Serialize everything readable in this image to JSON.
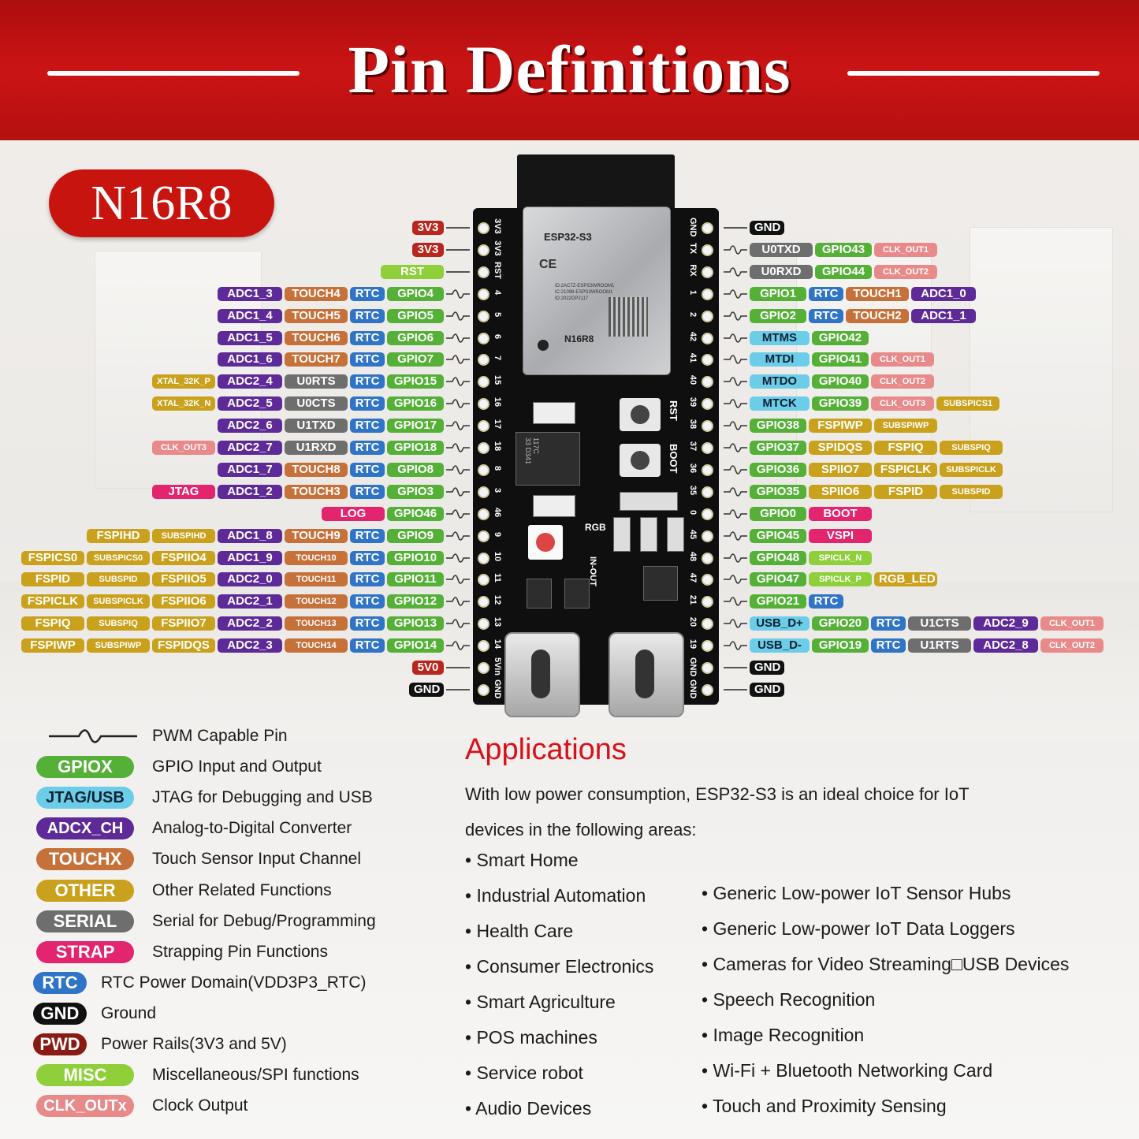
{
  "header": {
    "title": "Pin Definitions"
  },
  "model_badge": "N16R8",
  "board": {
    "module_name": "ESP32-S3",
    "module_ce": "CE",
    "module_id_lines": [
      "ID:2AC7Z-ESPS3WROOM1",
      "IC:21098-ESPS3WROOM1",
      "ID:2022DP2117"
    ],
    "module_variant": "N16R8",
    "silk_rst": "RST",
    "silk_boot": "BOOT",
    "silk_rgb": "RGB",
    "silk_inout": "IN-OUT",
    "reg_text": [
      "117C",
      "33 D341"
    ],
    "left_header_labels": [
      "3V3",
      "3V3",
      "RST",
      "4",
      "5",
      "6",
      "7",
      "15",
      "16",
      "17",
      "18",
      "8",
      "3",
      "46",
      "9",
      "10",
      "11",
      "12",
      "13",
      "14",
      "5Vin",
      "GND"
    ],
    "right_header_labels": [
      "GND",
      "TX",
      "RX",
      "1",
      "2",
      "42",
      "41",
      "40",
      "39",
      "38",
      "37",
      "36",
      "35",
      "0",
      "45",
      "48",
      "47",
      "21",
      "20",
      "19",
      "GND",
      "GND"
    ]
  },
  "left_rows": [
    [
      {
        "t": "pwr",
        "v": "3V3"
      }
    ],
    [
      {
        "t": "pwr",
        "v": "3V3"
      }
    ],
    [
      {
        "t": "misc",
        "v": "RST"
      }
    ],
    [
      {
        "t": "adc",
        "v": "ADC1_3"
      },
      {
        "t": "touch",
        "v": "TOUCH4"
      },
      {
        "t": "rtc",
        "v": "RTC"
      },
      {
        "t": "gpio",
        "v": "GPIO4"
      }
    ],
    [
      {
        "t": "adc",
        "v": "ADC1_4"
      },
      {
        "t": "touch",
        "v": "TOUCH5"
      },
      {
        "t": "rtc",
        "v": "RTC"
      },
      {
        "t": "gpio",
        "v": "GPIO5"
      }
    ],
    [
      {
        "t": "adc",
        "v": "ADC1_5"
      },
      {
        "t": "touch",
        "v": "TOUCH6"
      },
      {
        "t": "rtc",
        "v": "RTC"
      },
      {
        "t": "gpio",
        "v": "GPIO6"
      }
    ],
    [
      {
        "t": "adc",
        "v": "ADC1_6"
      },
      {
        "t": "touch",
        "v": "TOUCH7"
      },
      {
        "t": "rtc",
        "v": "RTC"
      },
      {
        "t": "gpio",
        "v": "GPIO7"
      }
    ],
    [
      {
        "t": "other",
        "v": "XTAL_32K_P",
        "s": 1
      },
      {
        "t": "adc",
        "v": "ADC2_4"
      },
      {
        "t": "serial",
        "v": "U0RTS"
      },
      {
        "t": "rtc",
        "v": "RTC"
      },
      {
        "t": "gpio",
        "v": "GPIO15"
      }
    ],
    [
      {
        "t": "other",
        "v": "XTAL_32K_N",
        "s": 1
      },
      {
        "t": "adc",
        "v": "ADC2_5"
      },
      {
        "t": "serial",
        "v": "U0CTS"
      },
      {
        "t": "rtc",
        "v": "RTC"
      },
      {
        "t": "gpio",
        "v": "GPIO16"
      }
    ],
    [
      {
        "t": "adc",
        "v": "ADC2_6"
      },
      {
        "t": "serial",
        "v": "U1TXD"
      },
      {
        "t": "rtc",
        "v": "RTC"
      },
      {
        "t": "gpio",
        "v": "GPIO17"
      }
    ],
    [
      {
        "t": "clk",
        "v": "CLK_OUT3",
        "s": 1
      },
      {
        "t": "adc",
        "v": "ADC2_7"
      },
      {
        "t": "serial",
        "v": "U1RXD"
      },
      {
        "t": "rtc",
        "v": "RTC"
      },
      {
        "t": "gpio",
        "v": "GPIO18"
      }
    ],
    [
      {
        "t": "adc",
        "v": "ADC1_7"
      },
      {
        "t": "touch",
        "v": "TOUCH8"
      },
      {
        "t": "rtc",
        "v": "RTC"
      },
      {
        "t": "gpio",
        "v": "GPIO8"
      }
    ],
    [
      {
        "t": "strap",
        "v": "JTAG"
      },
      {
        "t": "adc",
        "v": "ADC1_2"
      },
      {
        "t": "touch",
        "v": "TOUCH3"
      },
      {
        "t": "rtc",
        "v": "RTC"
      },
      {
        "t": "gpio",
        "v": "GPIO3"
      }
    ],
    [
      {
        "t": "strap",
        "v": "LOG"
      },
      {
        "t": "gpio",
        "v": "GPIO46"
      }
    ],
    [
      {
        "t": "other",
        "v": "FSPIHD"
      },
      {
        "t": "other",
        "v": "SUBSPIHD",
        "s": 1
      },
      {
        "t": "adc",
        "v": "ADC1_8"
      },
      {
        "t": "touch",
        "v": "TOUCH9"
      },
      {
        "t": "rtc",
        "v": "RTC"
      },
      {
        "t": "gpio",
        "v": "GPIO9"
      }
    ],
    [
      {
        "t": "other",
        "v": "FSPICS0"
      },
      {
        "t": "other",
        "v": "SUBSPICS0",
        "s": 1
      },
      {
        "t": "other",
        "v": "FSPIIO4"
      },
      {
        "t": "adc",
        "v": "ADC1_9"
      },
      {
        "t": "touch",
        "v": "TOUCH10",
        "s": 1
      },
      {
        "t": "rtc",
        "v": "RTC"
      },
      {
        "t": "gpio",
        "v": "GPIO10"
      }
    ],
    [
      {
        "t": "other",
        "v": "FSPID"
      },
      {
        "t": "other",
        "v": "SUBSPID",
        "s": 1
      },
      {
        "t": "other",
        "v": "FSPIIO5"
      },
      {
        "t": "adc",
        "v": "ADC2_0"
      },
      {
        "t": "touch",
        "v": "TOUCH11",
        "s": 1
      },
      {
        "t": "rtc",
        "v": "RTC"
      },
      {
        "t": "gpio",
        "v": "GPIO11"
      }
    ],
    [
      {
        "t": "other",
        "v": "FSPICLK"
      },
      {
        "t": "other",
        "v": "SUBSPICLK",
        "s": 1
      },
      {
        "t": "other",
        "v": "FSPIIO6"
      },
      {
        "t": "adc",
        "v": "ADC2_1"
      },
      {
        "t": "touch",
        "v": "TOUCH12",
        "s": 1
      },
      {
        "t": "rtc",
        "v": "RTC"
      },
      {
        "t": "gpio",
        "v": "GPIO12"
      }
    ],
    [
      {
        "t": "other",
        "v": "FSPIQ"
      },
      {
        "t": "other",
        "v": "SUBSPIQ",
        "s": 1
      },
      {
        "t": "other",
        "v": "FSPIIO7"
      },
      {
        "t": "adc",
        "v": "ADC2_2"
      },
      {
        "t": "touch",
        "v": "TOUCH13",
        "s": 1
      },
      {
        "t": "rtc",
        "v": "RTC"
      },
      {
        "t": "gpio",
        "v": "GPIO13"
      }
    ],
    [
      {
        "t": "other",
        "v": "FSPIWP"
      },
      {
        "t": "other",
        "v": "SUBSPIWP",
        "s": 1
      },
      {
        "t": "other",
        "v": "FSPIDQS"
      },
      {
        "t": "adc",
        "v": "ADC2_3"
      },
      {
        "t": "touch",
        "v": "TOUCH14",
        "s": 1
      },
      {
        "t": "rtc",
        "v": "RTC"
      },
      {
        "t": "gpio",
        "v": "GPIO14"
      }
    ],
    [
      {
        "t": "pwr",
        "v": "5V0"
      }
    ],
    [
      {
        "t": "gnd",
        "v": "GND"
      }
    ]
  ],
  "right_rows": [
    [
      {
        "t": "gnd",
        "v": "GND"
      }
    ],
    [
      {
        "t": "serial",
        "v": "U0TXD"
      },
      {
        "t": "gpio",
        "v": "GPIO43"
      },
      {
        "t": "clk",
        "v": "CLK_OUT1",
        "s": 1
      }
    ],
    [
      {
        "t": "serial",
        "v": "U0RXD"
      },
      {
        "t": "gpio",
        "v": "GPIO44"
      },
      {
        "t": "clk",
        "v": "CLK_OUT2",
        "s": 1
      }
    ],
    [
      {
        "t": "gpio",
        "v": "GPIO1"
      },
      {
        "t": "rtc",
        "v": "RTC"
      },
      {
        "t": "touch",
        "v": "TOUCH1"
      },
      {
        "t": "adc",
        "v": "ADC1_0"
      }
    ],
    [
      {
        "t": "gpio",
        "v": "GPIO2"
      },
      {
        "t": "rtc",
        "v": "RTC"
      },
      {
        "t": "touch",
        "v": "TOUCH2"
      },
      {
        "t": "adc",
        "v": "ADC1_1"
      }
    ],
    [
      {
        "t": "jtag",
        "v": "MTMS"
      },
      {
        "t": "gpio",
        "v": "GPIO42"
      }
    ],
    [
      {
        "t": "jtag",
        "v": "MTDI"
      },
      {
        "t": "gpio",
        "v": "GPIO41"
      },
      {
        "t": "clk",
        "v": "CLK_OUT1",
        "s": 1
      }
    ],
    [
      {
        "t": "jtag",
        "v": "MTDO"
      },
      {
        "t": "gpio",
        "v": "GPIO40"
      },
      {
        "t": "clk",
        "v": "CLK_OUT2",
        "s": 1
      }
    ],
    [
      {
        "t": "jtag",
        "v": "MTCK"
      },
      {
        "t": "gpio",
        "v": "GPIO39"
      },
      {
        "t": "clk",
        "v": "CLK_OUT3",
        "s": 1
      },
      {
        "t": "other",
        "v": "SUBSPICS1",
        "s": 1
      }
    ],
    [
      {
        "t": "gpio",
        "v": "GPIO38"
      },
      {
        "t": "other",
        "v": "FSPIWP"
      },
      {
        "t": "other",
        "v": "SUBSPIWP",
        "s": 1
      }
    ],
    [
      {
        "t": "gpio",
        "v": "GPIO37"
      },
      {
        "t": "other",
        "v": "SPIDQS"
      },
      {
        "t": "other",
        "v": "FSPIQ"
      },
      {
        "t": "other",
        "v": "SUBSPIQ",
        "s": 1
      }
    ],
    [
      {
        "t": "gpio",
        "v": "GPIO36"
      },
      {
        "t": "other",
        "v": "SPIIO7"
      },
      {
        "t": "other",
        "v": "FSPICLK"
      },
      {
        "t": "other",
        "v": "SUBSPICLK",
        "s": 1
      }
    ],
    [
      {
        "t": "gpio",
        "v": "GPIO35"
      },
      {
        "t": "other",
        "v": "SPIIO6"
      },
      {
        "t": "other",
        "v": "FSPID"
      },
      {
        "t": "other",
        "v": "SUBSPID",
        "s": 1
      }
    ],
    [
      {
        "t": "gpio",
        "v": "GPIO0"
      },
      {
        "t": "strap",
        "v": "BOOT"
      }
    ],
    [
      {
        "t": "gpio",
        "v": "GPIO45"
      },
      {
        "t": "strap",
        "v": "VSPI"
      }
    ],
    [
      {
        "t": "gpio",
        "v": "GPIO48"
      },
      {
        "t": "misc",
        "v": "SPICLK_N",
        "s": 1
      }
    ],
    [
      {
        "t": "gpio",
        "v": "GPIO47"
      },
      {
        "t": "misc",
        "v": "SPICLK_P",
        "s": 1
      },
      {
        "t": "other",
        "v": "RGB_LED"
      }
    ],
    [
      {
        "t": "gpio",
        "v": "GPIO21"
      },
      {
        "t": "rtc",
        "v": "RTC"
      }
    ],
    [
      {
        "t": "jtag",
        "v": "USB_D+"
      },
      {
        "t": "gpio",
        "v": "GPIO20"
      },
      {
        "t": "rtc",
        "v": "RTC"
      },
      {
        "t": "serial",
        "v": "U1CTS"
      },
      {
        "t": "adc",
        "v": "ADC2_9"
      },
      {
        "t": "clk",
        "v": "CLK_OUT1",
        "s": 1
      }
    ],
    [
      {
        "t": "jtag",
        "v": "USB_D-"
      },
      {
        "t": "gpio",
        "v": "GPIO19"
      },
      {
        "t": "rtc",
        "v": "RTC"
      },
      {
        "t": "serial",
        "v": "U1RTS"
      },
      {
        "t": "adc",
        "v": "ADC2_8"
      },
      {
        "t": "clk",
        "v": "CLK_OUT2",
        "s": 1
      }
    ],
    [
      {
        "t": "gnd",
        "v": "GND"
      }
    ],
    [
      {
        "t": "gnd",
        "v": "GND"
      }
    ]
  ],
  "legend": [
    {
      "swatch": "",
      "desc": "PWM Capable Pin",
      "type": "pwm"
    },
    {
      "swatch": "GPIOX",
      "desc": "GPIO Input and Output",
      "color": "#55b038"
    },
    {
      "swatch": "JTAG/USB",
      "desc": "JTAG for Debugging and USB",
      "color": "#6ccde8"
    },
    {
      "swatch": "ADCX_CH",
      "desc": "Analog-to-Digital Converter",
      "color": "#5d2a98"
    },
    {
      "swatch": "TOUCHX",
      "desc": "Touch Sensor Input Channel",
      "color": "#c7713a"
    },
    {
      "swatch": "OTHER",
      "desc": "Other Related Functions",
      "color": "#c9a11c"
    },
    {
      "swatch": "SERIAL",
      "desc": "Serial for Debug/Programming",
      "color": "#6e6e6e"
    },
    {
      "swatch": "STRAP",
      "desc": "Strapping Pin Functions",
      "color": "#e3246f"
    },
    {
      "swatch": "RTC",
      "desc": "RTC Power Domain(VDD3P3_RTC)",
      "color": "#2f74c6"
    },
    {
      "swatch": "GND",
      "desc": "Ground",
      "color": "#111111"
    },
    {
      "swatch": "PWD",
      "desc": "Power Rails(3V3 and 5V)",
      "color": "#8a1a14"
    },
    {
      "swatch": "MISC",
      "desc": "Miscellaneous/SPI functions",
      "color": "#8fcf3a"
    },
    {
      "swatch": "CLK_OUTx",
      "desc": "Clock Output",
      "color": "#e88a8a"
    }
  ],
  "applications": {
    "title": "Applications",
    "intro_line1": "With low power consumption, ESP32-S3 is an ideal choice for IoT",
    "intro_line2": "devices in the following areas:",
    "col1": [
      "• Smart Home",
      "• Industrial Automation",
      "• Health Care",
      "• Consumer Electronics",
      "• Smart Agriculture",
      "• POS machines",
      "• Service robot",
      "• Audio Devices"
    ],
    "col2": [
      "• Generic Low-power IoT Sensor Hubs",
      "• Generic Low-power IoT Data Loggers",
      "• Cameras for Video Streaming□USB Devices",
      "• Speech Recognition",
      "• Image Recognition",
      "• Wi-Fi + Bluetooth Networking Card",
      "• Touch and Proximity Sensing"
    ]
  }
}
